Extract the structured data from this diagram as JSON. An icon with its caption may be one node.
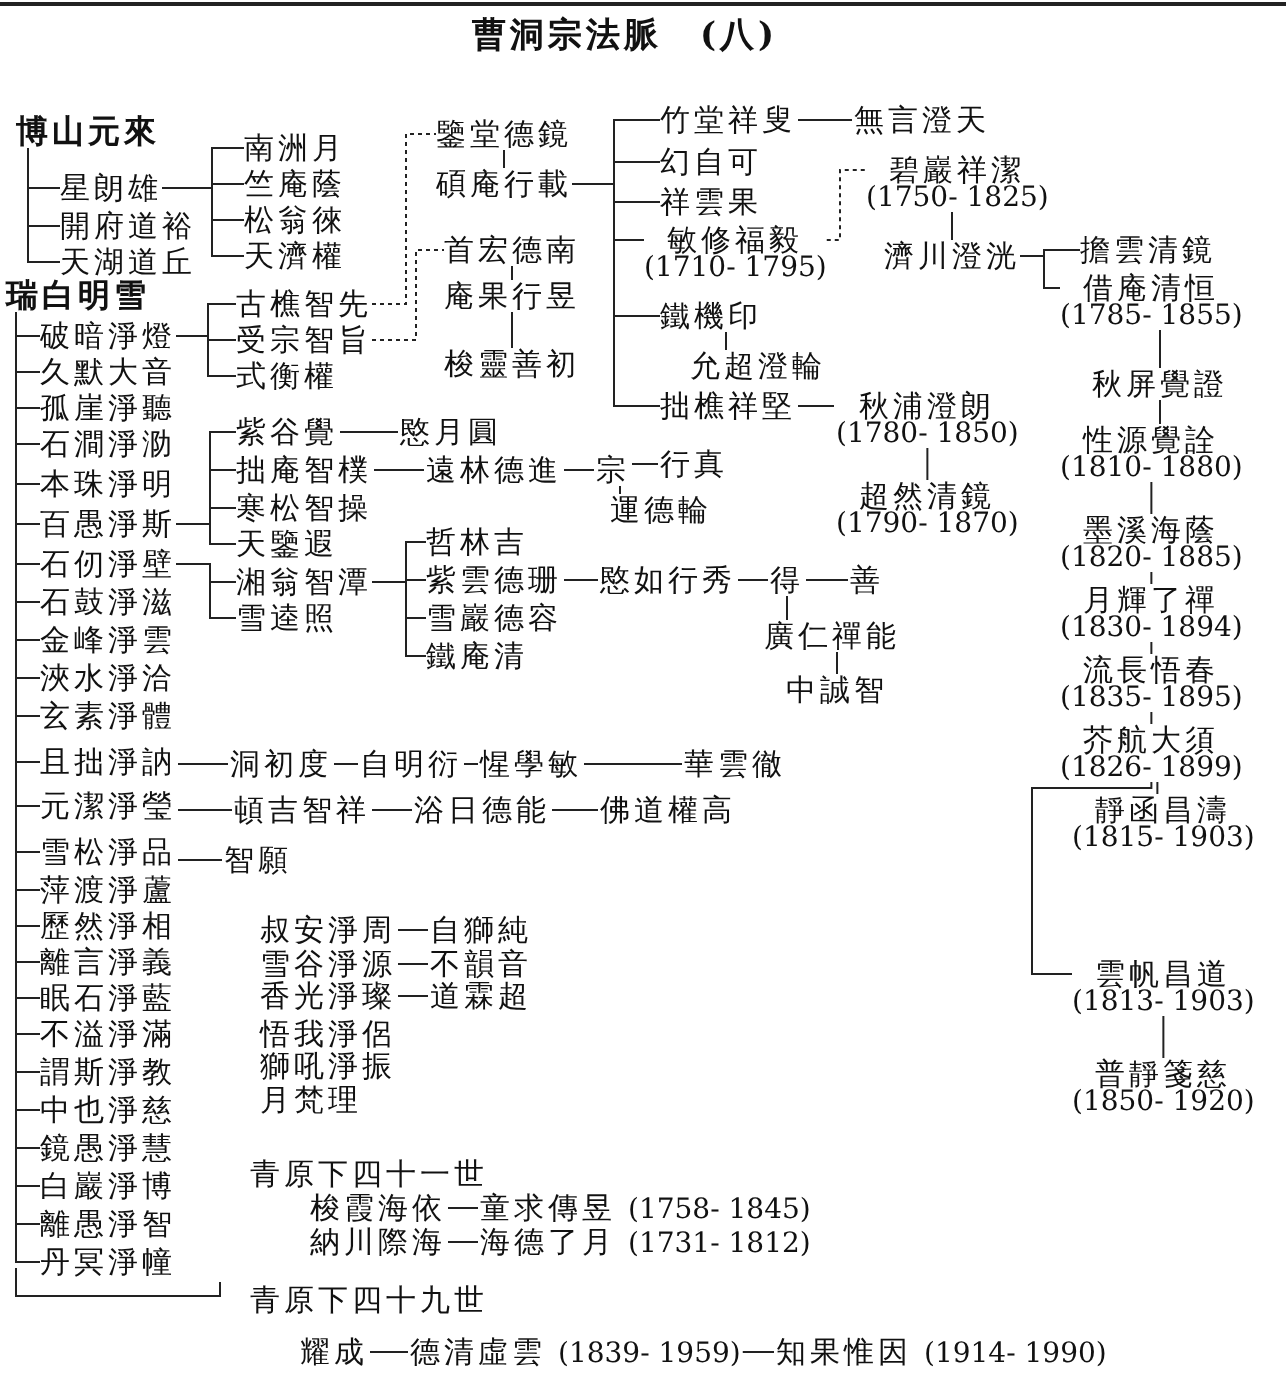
{
  "diagram": {
    "title": "曹洞宗法脈　(八)",
    "nodes": [
      {
        "text": [
          "博山元來"
        ]
      },
      {
        "text": [
          "星朗雄"
        ]
      },
      {
        "text": [
          "開府道裕"
        ]
      },
      {
        "text": [
          "天湖道丘"
        ]
      },
      {
        "text": [
          "南洲月"
        ]
      },
      {
        "text": [
          "竺庵蔭"
        ]
      },
      {
        "text": [
          "松翁徠"
        ]
      },
      {
        "text": [
          "天濟權"
        ]
      },
      {
        "text": [
          "瑞白明雪"
        ]
      },
      {
        "text": [
          "破暗淨燈"
        ]
      },
      {
        "text": [
          "久默大音"
        ]
      },
      {
        "text": [
          "孤崖淨聽"
        ]
      },
      {
        "text": [
          "石澗淨泐"
        ]
      },
      {
        "text": [
          "本珠淨明"
        ]
      },
      {
        "text": [
          "百愚淨斯"
        ]
      },
      {
        "text": [
          "石仞淨壁"
        ]
      },
      {
        "text": [
          "石鼓淨滋"
        ]
      },
      {
        "text": [
          "金峰淨雲"
        ]
      },
      {
        "text": [
          "浹水淨洽"
        ]
      },
      {
        "text": [
          "玄素淨體"
        ]
      },
      {
        "text": [
          "且拙淨訥"
        ]
      },
      {
        "text": [
          "元潔淨瑩"
        ]
      },
      {
        "text": [
          "雪松淨品"
        ]
      },
      {
        "text": [
          "萍渡淨蘆"
        ]
      },
      {
        "text": [
          "歷然淨相"
        ]
      },
      {
        "text": [
          "離言淨義"
        ]
      },
      {
        "text": [
          "眠石淨藍"
        ]
      },
      {
        "text": [
          "不溢淨滿"
        ]
      },
      {
        "text": [
          "謂斯淨教"
        ]
      },
      {
        "text": [
          "中也淨慈"
        ]
      },
      {
        "text": [
          "鏡愚淨慧"
        ]
      },
      {
        "text": [
          "白巖淨博"
        ]
      },
      {
        "text": [
          "離愚淨智"
        ]
      },
      {
        "text": [
          "丹冥淨幢"
        ]
      },
      {
        "text": [
          "古樵智先"
        ]
      },
      {
        "text": [
          "受宗智旨"
        ]
      },
      {
        "text": [
          "式衡權"
        ]
      },
      {
        "text": [
          "紫谷覺"
        ]
      },
      {
        "text": [
          "愍月圓"
        ]
      },
      {
        "text": [
          "拙庵智樸"
        ]
      },
      {
        "text": [
          "遠林德進"
        ]
      },
      {
        "text": [
          "宗"
        ]
      },
      {
        "text": [
          "行真"
        ]
      },
      {
        "text": [
          "運德輪"
        ]
      },
      {
        "text": [
          "寒松智操"
        ]
      },
      {
        "text": [
          "天鑒遐"
        ]
      },
      {
        "text": [
          "湘翁智潭"
        ]
      },
      {
        "text": [
          "雪逵照"
        ]
      },
      {
        "text": [
          "哲林吉"
        ]
      },
      {
        "text": [
          "紫雲德珊"
        ]
      },
      {
        "text": [
          "愍如行秀"
        ]
      },
      {
        "text": [
          "得"
        ]
      },
      {
        "text": [
          "善"
        ]
      },
      {
        "text": [
          "廣仁禪能"
        ]
      },
      {
        "text": [
          "中誠智"
        ]
      },
      {
        "text": [
          "雪巖德容"
        ]
      },
      {
        "text": [
          "鐵庵清"
        ]
      },
      {
        "text": [
          "洞初度"
        ]
      },
      {
        "text": [
          "自明衍"
        ]
      },
      {
        "text": [
          "惺學敏"
        ]
      },
      {
        "text": [
          "華雲徹"
        ]
      },
      {
        "text": [
          "頓吉智祥"
        ]
      },
      {
        "text": [
          "浴日德能"
        ]
      },
      {
        "text": [
          "佛道權高"
        ]
      },
      {
        "text": [
          "智願"
        ]
      },
      {
        "text": [
          "鑒堂德鏡"
        ]
      },
      {
        "text": [
          "碩庵行載"
        ]
      },
      {
        "text": [
          "首宏德南"
        ]
      },
      {
        "text": [
          "庵果行昱"
        ]
      },
      {
        "text": [
          "梭靈善初"
        ]
      },
      {
        "text": [
          "竹堂祥叟"
        ]
      },
      {
        "text": [
          "無言澄天"
        ]
      },
      {
        "text": [
          "幻自可"
        ]
      },
      {
        "text": [
          "祥雲果"
        ]
      },
      {
        "text": [
          "敏修福毅"
        ],
        "beside": [
          "(1710- 1795)"
        ]
      },
      {
        "text": [
          "碧巖祥潔"
        ],
        "beside": [
          "(1750- 1825)"
        ]
      },
      {
        "text": [
          "濟川澄洸"
        ]
      },
      {
        "text": [
          "擔雲清鏡"
        ]
      },
      {
        "text": [
          "借庵清恒"
        ],
        "beside": [
          "(1785- 1855)"
        ]
      },
      {
        "text": [
          "秋屏覺證"
        ]
      },
      {
        "text": [
          "性源覺詮"
        ],
        "beside": [
          "(1810- 1880)"
        ]
      },
      {
        "text": [
          "墨溪海蔭"
        ],
        "beside": [
          "(1820- 1885)"
        ]
      },
      {
        "text": [
          "月輝了禪"
        ],
        "beside": [
          "(1830- 1894)"
        ]
      },
      {
        "text": [
          "流長悟春"
        ],
        "beside": [
          "(1835- 1895)"
        ]
      },
      {
        "text": [
          "芥航大須"
        ],
        "beside": [
          "(1826- 1899)"
        ]
      },
      {
        "text": [
          "靜函昌濤"
        ],
        "beside": [
          "(1815- 1903)"
        ]
      },
      {
        "text": [
          "雲帆昌道"
        ],
        "beside": [
          "(1813- 1903)"
        ]
      },
      {
        "text": [
          "普靜箋慈"
        ],
        "beside": [
          "(1850- 1920)"
        ]
      },
      {
        "text": [
          "鐵機印"
        ]
      },
      {
        "text": [
          "允超澄輪"
        ]
      },
      {
        "text": [
          "拙樵祥堅"
        ]
      },
      {
        "text": [
          "秋浦澄朗"
        ],
        "beside": [
          "(1780- 1850)"
        ]
      },
      {
        "text": [
          "超然清鏡"
        ],
        "beside": [
          "(1790- 1870)"
        ]
      },
      {
        "text": [
          "叔安淨周"
        ]
      },
      {
        "text": [
          "自獅純"
        ]
      },
      {
        "text": [
          "雪谷淨源"
        ]
      },
      {
        "text": [
          "不韻音"
        ]
      },
      {
        "text": [
          "香光淨璨"
        ]
      },
      {
        "text": [
          "道霖超"
        ]
      },
      {
        "text": [
          "梭霞海依"
        ]
      },
      {
        "text": [
          "童求傳昱"
        ],
        "beside": [
          "(1758- 1845)"
        ]
      },
      {
        "text": [
          "納川際海"
        ]
      },
      {
        "text": [
          "海德了月"
        ],
        "beside": [
          "(1731- 1812)"
        ]
      },
      {
        "text": [
          "耀成"
        ]
      },
      {
        "text": [
          "德清虛雲"
        ],
        "beside": [
          "(1839- 1959)"
        ]
      },
      {
        "text": [
          "知果惟因"
        ],
        "beside": [
          "(1914- 1990)"
        ]
      }
    ],
    "edges": [
      {
        "from": 0,
        "to": 1,
        "arrow": "none"
      },
      {
        "from": 0,
        "to": 2,
        "arrow": "none"
      },
      {
        "from": 0,
        "to": 3,
        "arrow": "none"
      },
      {
        "from": 1,
        "to": 4,
        "arrow": "none"
      },
      {
        "from": 1,
        "to": 5,
        "arrow": "none"
      },
      {
        "from": 1,
        "to": 6,
        "arrow": "none"
      },
      {
        "from": 1,
        "to": 7,
        "arrow": "none"
      },
      {
        "from": 8,
        "to": 9,
        "arrow": "none"
      },
      {
        "from": 8,
        "to": 10,
        "arrow": "none"
      },
      {
        "from": 8,
        "to": 11,
        "arrow": "none"
      },
      {
        "from": 8,
        "to": 12,
        "arrow": "none"
      },
      {
        "from": 8,
        "to": 13,
        "arrow": "none"
      },
      {
        "from": 8,
        "to": 14,
        "arrow": "none"
      },
      {
        "from": 8,
        "to": 15,
        "arrow": "none"
      },
      {
        "from": 8,
        "to": 16,
        "arrow": "none"
      },
      {
        "from": 8,
        "to": 17,
        "arrow": "none"
      },
      {
        "from": 8,
        "to": 18,
        "arrow": "none"
      },
      {
        "from": 8,
        "to": 19,
        "arrow": "none"
      },
      {
        "from": 8,
        "to": 20,
        "arrow": "none"
      },
      {
        "from": 8,
        "to": 21,
        "arrow": "none"
      },
      {
        "from": 8,
        "to": 22,
        "arrow": "none"
      },
      {
        "from": 8,
        "to": 23,
        "arrow": "none"
      },
      {
        "from": 8,
        "to": 24,
        "arrow": "none"
      },
      {
        "from": 8,
        "to": 25,
        "arrow": "none"
      },
      {
        "from": 8,
        "to": 26,
        "arrow": "none"
      },
      {
        "from": 8,
        "to": 27,
        "arrow": "none"
      },
      {
        "from": 8,
        "to": 28,
        "arrow": "none"
      },
      {
        "from": 8,
        "to": 29,
        "arrow": "none"
      },
      {
        "from": 8,
        "to": 30,
        "arrow": "none"
      },
      {
        "from": 8,
        "to": 31,
        "arrow": "none"
      },
      {
        "from": 8,
        "to": 32,
        "arrow": "none"
      },
      {
        "from": 8,
        "to": 33,
        "arrow": "none"
      },
      {
        "from": 9,
        "to": 34,
        "arrow": "none"
      },
      {
        "from": 9,
        "to": 35,
        "arrow": "none"
      },
      {
        "from": 9,
        "to": 36,
        "arrow": "none"
      },
      {
        "from": 34,
        "to": 65,
        "arrow": "none",
        "style": "dashed"
      },
      {
        "from": 65,
        "to": 66,
        "arrow": "none"
      },
      {
        "from": 35,
        "to": 67,
        "arrow": "none",
        "style": "dashed"
      },
      {
        "from": 67,
        "to": 68,
        "arrow": "none"
      },
      {
        "from": 68,
        "to": 69,
        "arrow": "none"
      },
      {
        "from": 66,
        "to": 70,
        "arrow": "none"
      },
      {
        "from": 66,
        "to": 72,
        "arrow": "none"
      },
      {
        "from": 66,
        "to": 73,
        "arrow": "none"
      },
      {
        "from": 66,
        "to": 74,
        "arrow": "none"
      },
      {
        "from": 66,
        "to": 88,
        "arrow": "none"
      },
      {
        "from": 66,
        "to": 90,
        "arrow": "none"
      },
      {
        "from": 70,
        "to": 71,
        "arrow": "none"
      },
      {
        "from": 74,
        "to": 75,
        "arrow": "none",
        "style": "dashed"
      },
      {
        "from": 75,
        "to": 76,
        "arrow": "none"
      },
      {
        "from": 76,
        "to": 77,
        "arrow": "none"
      },
      {
        "from": 76,
        "to": 78,
        "arrow": "none"
      },
      {
        "from": 78,
        "to": 79,
        "arrow": "none"
      },
      {
        "from": 79,
        "to": 80,
        "arrow": "none"
      },
      {
        "from": 80,
        "to": 81,
        "arrow": "none"
      },
      {
        "from": 81,
        "to": 82,
        "arrow": "none"
      },
      {
        "from": 82,
        "to": 83,
        "arrow": "none"
      },
      {
        "from": 83,
        "to": 84,
        "arrow": "none"
      },
      {
        "from": 84,
        "to": 85,
        "arrow": "none"
      },
      {
        "from": 84,
        "to": 86,
        "arrow": "none"
      },
      {
        "from": 86,
        "to": 87,
        "arrow": "none"
      },
      {
        "from": 88,
        "to": 89,
        "arrow": "none"
      },
      {
        "from": 90,
        "to": 91,
        "arrow": "none"
      },
      {
        "from": 91,
        "to": 92,
        "arrow": "none"
      },
      {
        "from": 14,
        "to": 37,
        "arrow": "none"
      },
      {
        "from": 14,
        "to": 39,
        "arrow": "none"
      },
      {
        "from": 14,
        "to": 44,
        "arrow": "none"
      },
      {
        "from": 14,
        "to": 45,
        "arrow": "none"
      },
      {
        "from": 37,
        "to": 38,
        "arrow": "none"
      },
      {
        "from": 39,
        "to": 40,
        "arrow": "none"
      },
      {
        "from": 40,
        "to": 41,
        "arrow": "none"
      },
      {
        "from": 41,
        "to": 42,
        "arrow": "none"
      },
      {
        "from": 41,
        "to": 43,
        "arrow": "none"
      },
      {
        "from": 15,
        "to": 46,
        "arrow": "none"
      },
      {
        "from": 15,
        "to": 47,
        "arrow": "none"
      },
      {
        "from": 46,
        "to": 48,
        "arrow": "none"
      },
      {
        "from": 46,
        "to": 49,
        "arrow": "none"
      },
      {
        "from": 46,
        "to": 55,
        "arrow": "none"
      },
      {
        "from": 46,
        "to": 56,
        "arrow": "none"
      },
      {
        "from": 49,
        "to": 50,
        "arrow": "none"
      },
      {
        "from": 50,
        "to": 51,
        "arrow": "none"
      },
      {
        "from": 51,
        "to": 52,
        "arrow": "none"
      },
      {
        "from": 51,
        "to": 53,
        "arrow": "none"
      },
      {
        "from": 53,
        "to": 54,
        "arrow": "none"
      },
      {
        "from": 20,
        "to": 57,
        "arrow": "none"
      },
      {
        "from": 57,
        "to": 58,
        "arrow": "none"
      },
      {
        "from": 58,
        "to": 59,
        "arrow": "none"
      },
      {
        "from": 59,
        "to": 60,
        "arrow": "none"
      },
      {
        "from": 21,
        "to": 61,
        "arrow": "none"
      },
      {
        "from": 61,
        "to": 62,
        "arrow": "none"
      },
      {
        "from": 62,
        "to": 63,
        "arrow": "none"
      },
      {
        "from": 22,
        "to": 64,
        "arrow": "none"
      },
      {
        "from": 93,
        "to": 94,
        "arrow": "none"
      },
      {
        "from": 95,
        "to": 96,
        "arrow": "none"
      },
      {
        "from": 97,
        "to": 98,
        "arrow": "none"
      },
      {
        "from": 99,
        "to": 100,
        "arrow": "none"
      },
      {
        "from": 101,
        "to": 102,
        "arrow": "none"
      },
      {
        "from": 103,
        "to": 104,
        "arrow": "none"
      },
      {
        "from": 104,
        "to": 105,
        "arrow": "none"
      }
    ],
    "labels": [
      "悟我淨侶",
      "獅吼淨振",
      "月梵理",
      "青原下四十一世",
      "青原下四十九世"
    ]
  }
}
